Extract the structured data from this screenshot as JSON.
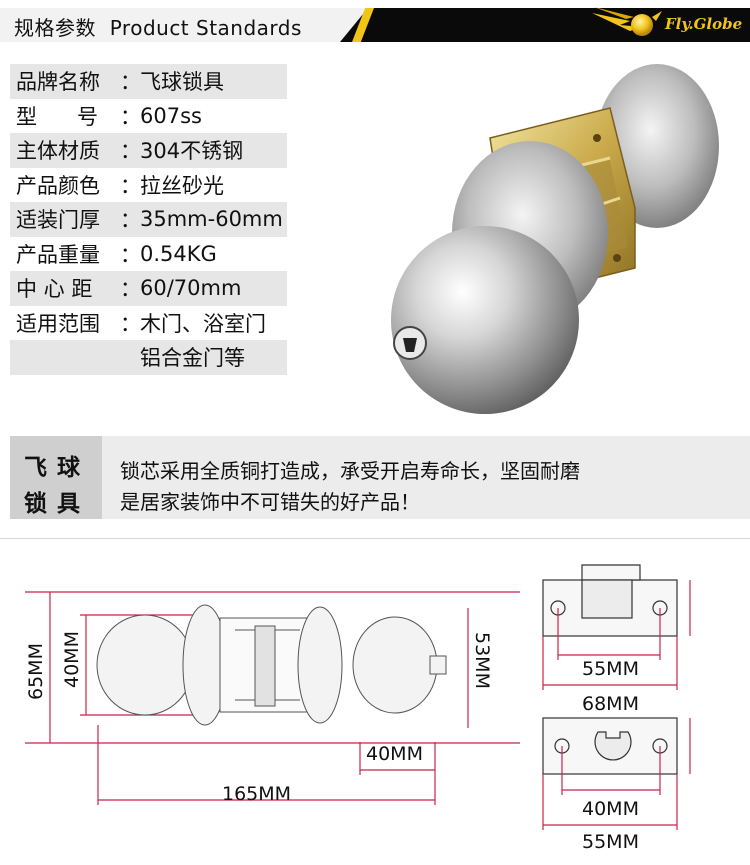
{
  "header": {
    "title": "规格参数  Product Standards",
    "logo_text": "Fly.Globe"
  },
  "specs": [
    {
      "label": "品牌名称",
      "value": "飞球锁具"
    },
    {
      "label": "型      号",
      "value": "607ss"
    },
    {
      "label": "主体材质",
      "value": "304不锈钢"
    },
    {
      "label": "产品颜色",
      "value": "拉丝砂光"
    },
    {
      "label": "适装门厚",
      "value": "35mm-60mm"
    },
    {
      "label": "产品重量",
      "value": "0.54KG"
    },
    {
      "label": "中 心 距",
      "value": "60/70mm"
    },
    {
      "label": "适用范围",
      "value": "木门、浴室门"
    }
  ],
  "spec_continuation": "铝合金门等",
  "spec_colon": "：",
  "banner": {
    "brand_line1": "飞球",
    "brand_line2": "锁具",
    "desc_line1": "锁芯采用全质铜打造成，承受开启寿命长，坚固耐磨",
    "desc_line2": "是居家装饰中不可错失的好产品！"
  },
  "dimensions": {
    "height_outer": "65MM",
    "height_knob": "40MM",
    "height_right": "53MM",
    "depth_knob": "40MM",
    "total_length": "165MM",
    "plate1_inner": "55MM",
    "plate1_outer": "68MM",
    "plate2_inner": "40MM",
    "plate2_outer": "55MM"
  },
  "colors": {
    "dim_line": "#c8254a",
    "header_yellow": "#f0c419",
    "header_black": "#0a0a0a"
  }
}
